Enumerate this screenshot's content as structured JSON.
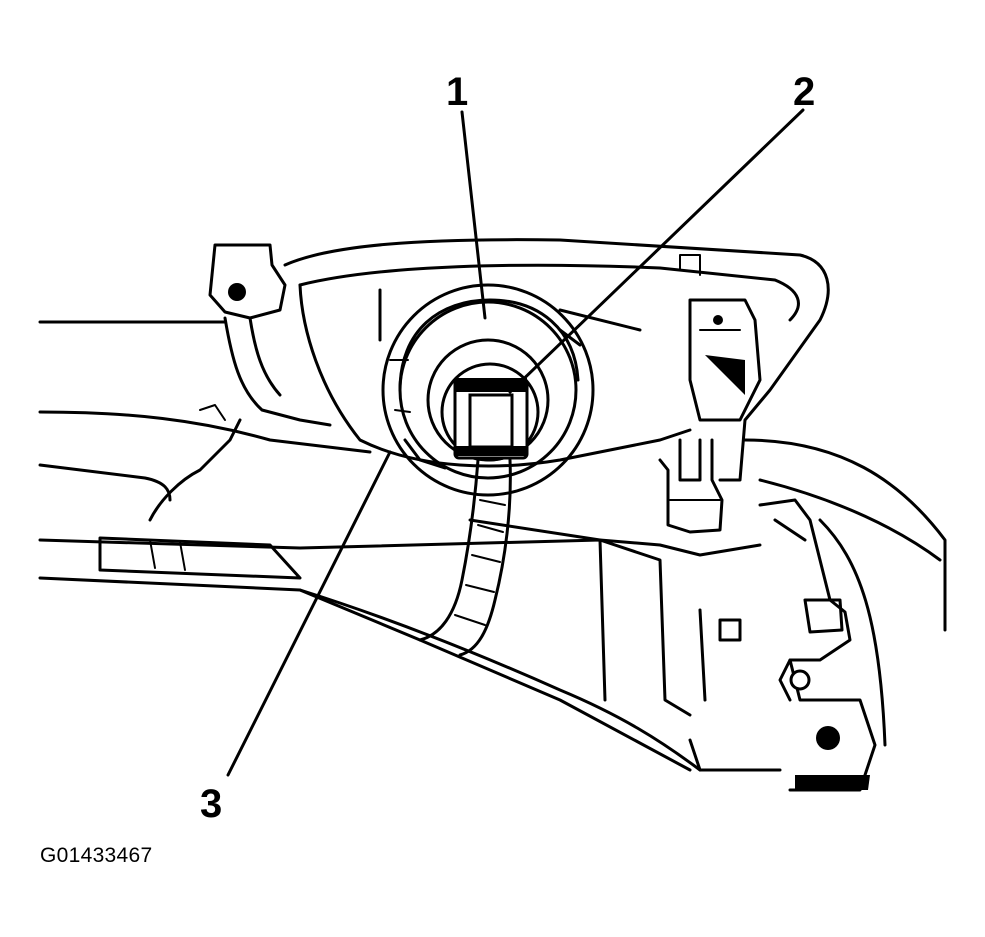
{
  "figure": {
    "id_label": "G01433467",
    "callouts": [
      {
        "number": "1"
      },
      {
        "number": "2"
      },
      {
        "number": "3"
      }
    ]
  },
  "colors": {
    "line": "#000000",
    "background": "#ffffff"
  }
}
